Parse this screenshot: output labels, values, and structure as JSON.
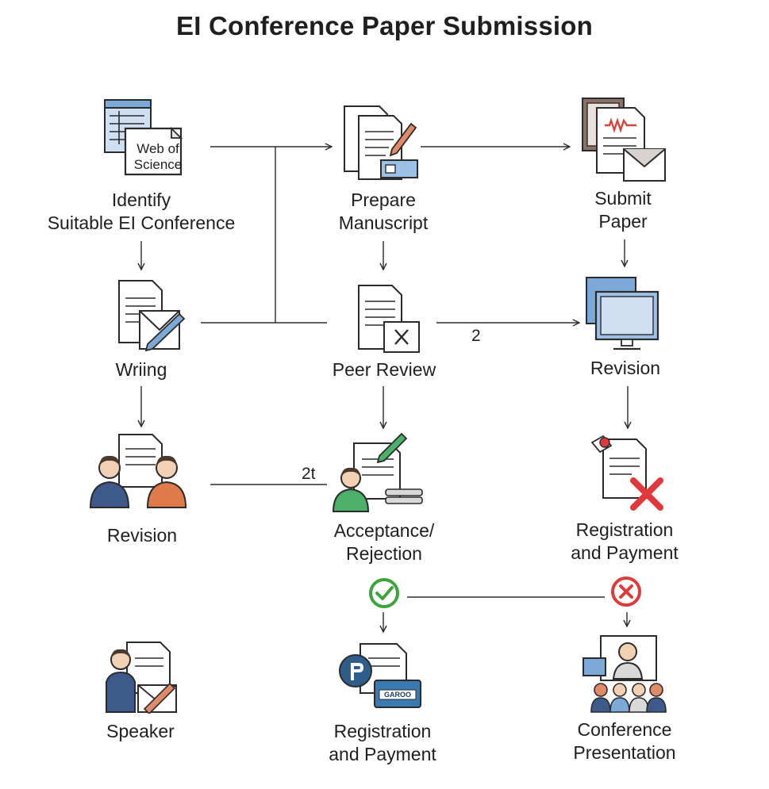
{
  "title": "EI Conference Paper Submission",
  "nodes": {
    "identify": {
      "line1": "Identify",
      "line2": "Suitable EI Conference"
    },
    "wos_label": {
      "line1": "Web of",
      "line2": "Science"
    },
    "prepare": {
      "line1": "Prepare",
      "line2": "Manuscript"
    },
    "submit": {
      "line1": "Submit",
      "line2": "Paper"
    },
    "writing": {
      "line1": "Wriing"
    },
    "peer_review": {
      "line1": "Peer Review"
    },
    "revision_right": {
      "line1": "Revision"
    },
    "revision_left": {
      "line1": "Revision"
    },
    "acceptance": {
      "line1": "Acceptance/",
      "line2": "Rejection"
    },
    "registration_right": {
      "line1": "Registration",
      "line2": "and Payment"
    },
    "speaker": {
      "line1": "Speaker"
    },
    "registration_bottom": {
      "line1": "Registration",
      "line2": "and Payment"
    },
    "card_text": "GAROO",
    "presentation": {
      "line1": "Conference",
      "line2": "Presentation"
    }
  },
  "annotations": {
    "peer_to_revision": "2",
    "revision_to_acceptance": "2t"
  },
  "colors": {
    "accept": "#3aa53a",
    "reject": "#e0393b",
    "blue_icon": "#7da9d8",
    "green_person": "#4caf6a",
    "orange_person": "#e07a4a",
    "navy_person": "#3d5a8a"
  }
}
